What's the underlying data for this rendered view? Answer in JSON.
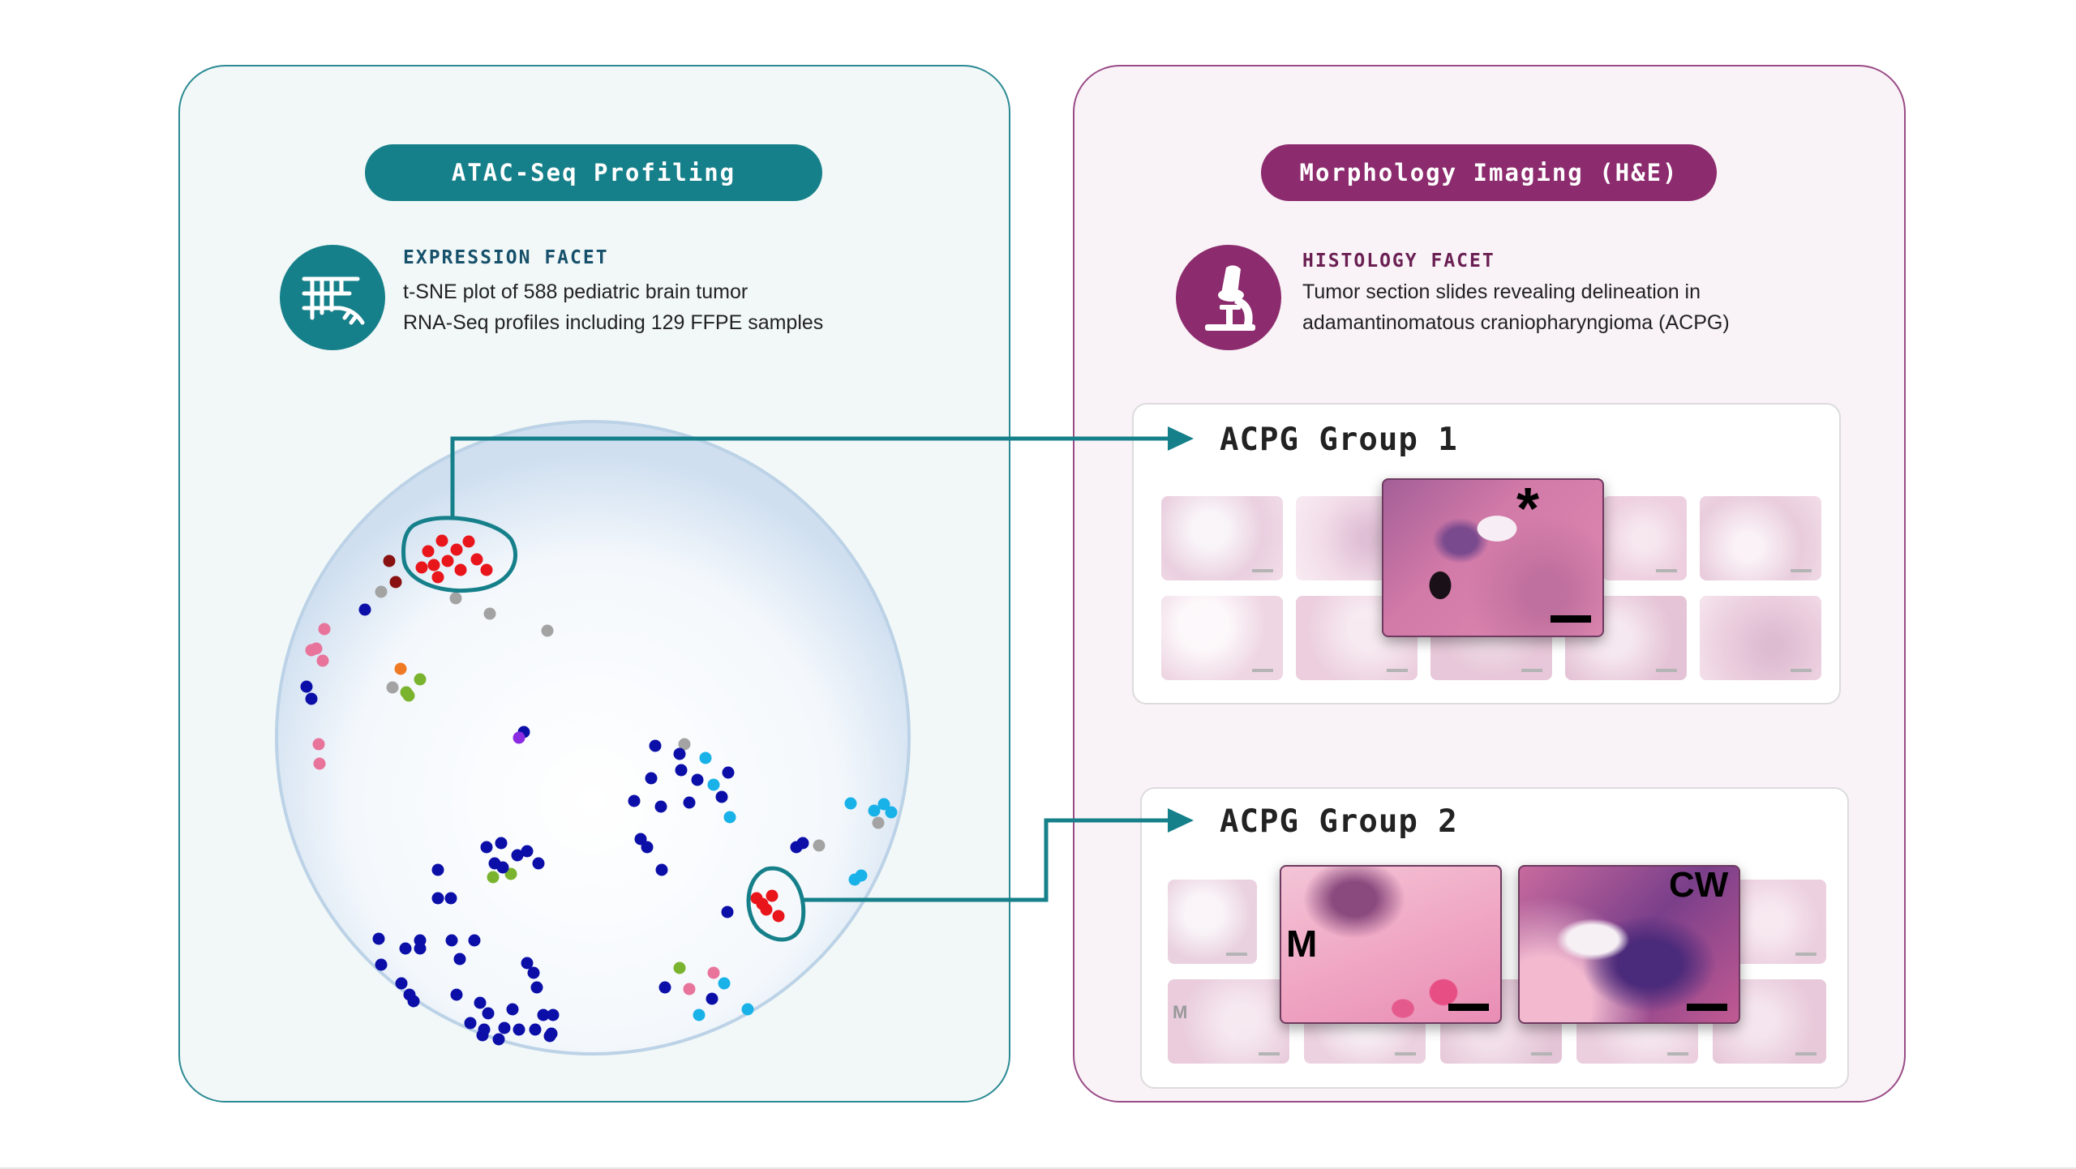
{
  "atac": {
    "pill_label": "ATAC-Seq Profiling",
    "facet_title": "EXPRESSION FACET",
    "facet_desc_line1": "t-SNE plot of 588 pediatric brain tumor",
    "facet_desc_line2": "RNA-Seq profiles including 129 FFPE samples",
    "icon": "dna-sequencing-icon"
  },
  "morph": {
    "pill_label": "Morphology Imaging (H&E)",
    "facet_title": "HISTOLOGY FACET",
    "facet_desc_line1": "Tumor section slides revealing delineation in",
    "facet_desc_line2": "adamantinomatous craniopharyngioma (ACPG)",
    "icon": "microscope-icon"
  },
  "group1": {
    "title": "ACPG Group 1",
    "marker": "*"
  },
  "group2": {
    "title": "ACPG Group 2",
    "marker_left": "M",
    "marker_right": "CW",
    "thumb_marker": "M"
  },
  "colors": {
    "teal": "#16808a",
    "magenta": "#8c2b6d",
    "cluster_red": "#e8151b",
    "navy": "#0b0fa8",
    "cyan": "#19b2e8",
    "pink": "#e8739b",
    "gray": "#a3a3a3",
    "green": "#7ab32e",
    "orange": "#f07a24",
    "maroon": "#8a1111",
    "purple": "#8a2be2"
  }
}
